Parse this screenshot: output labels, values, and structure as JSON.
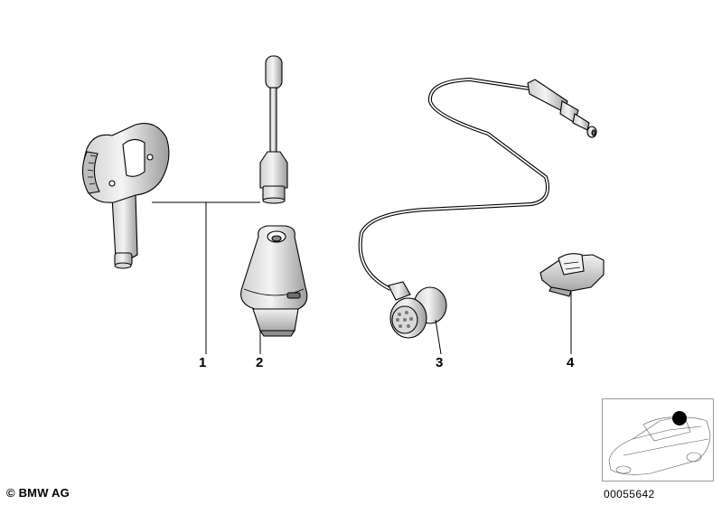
{
  "callouts": {
    "c1": "1",
    "c2": "2",
    "c3": "3",
    "c4": "4"
  },
  "footer": {
    "copyright": "© BMW AG",
    "diagram_id": "00055642"
  },
  "colors": {
    "line": "#000000",
    "part_fill": "#e9e9e9",
    "part_shade": "#bdbdbd",
    "frame": "#9a9a9a"
  },
  "icons": {
    "locator": "car-location-thumbnail-icon"
  }
}
